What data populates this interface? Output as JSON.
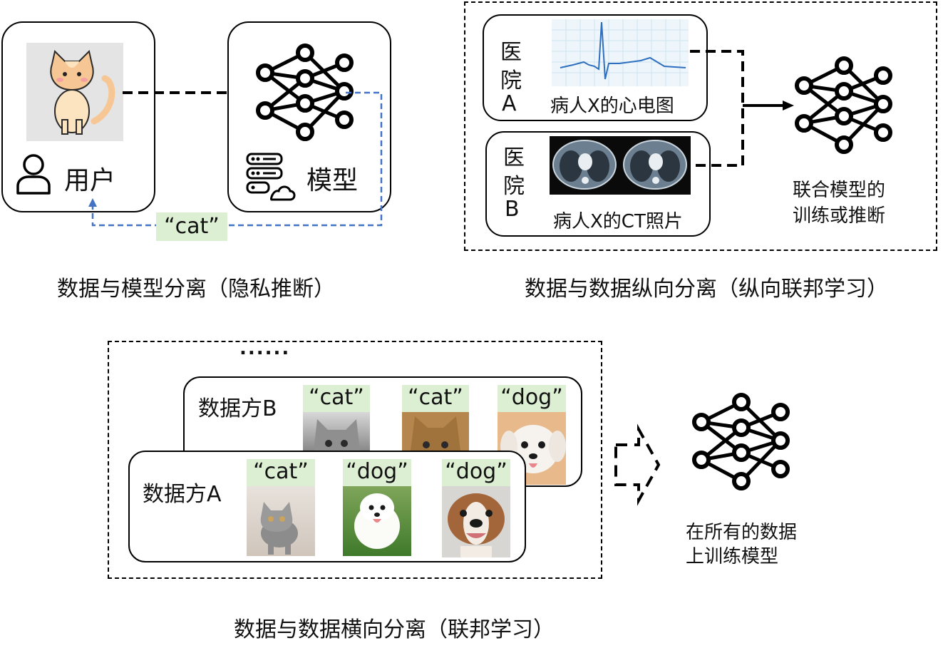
{
  "panel_inference": {
    "user_label": "用户",
    "model_label": "模型",
    "returned_label": "“cat”",
    "caption": "数据与模型分离（隐私推断）"
  },
  "panel_vertical": {
    "hospital_a": [
      "医",
      "院",
      "A"
    ],
    "hospital_b": [
      "医",
      "院",
      "B"
    ],
    "ecg_label": "病人X的心电图",
    "ct_label": "病人X的CT照片",
    "joint_model_label": [
      "联合模型的",
      "训练或推断"
    ],
    "caption": "数据与数据纵向分离（纵向联邦学习）"
  },
  "panel_horizontal": {
    "ellipsis": "......",
    "party_b_label": "数据方B",
    "party_a_label": "数据方A",
    "party_b_tags": [
      "“cat”",
      "“cat”",
      "“dog”"
    ],
    "party_a_tags": [
      "“cat”",
      "“dog”",
      "“dog”"
    ],
    "model_label": [
      "在所有的数据",
      "上训练模型"
    ],
    "caption": "数据与数据横向分离（联邦学习）"
  },
  "colors": {
    "tag_bg": "#dcefd3",
    "feedback_line": "#4472c4",
    "ecg_line": "#2f6fbf"
  }
}
